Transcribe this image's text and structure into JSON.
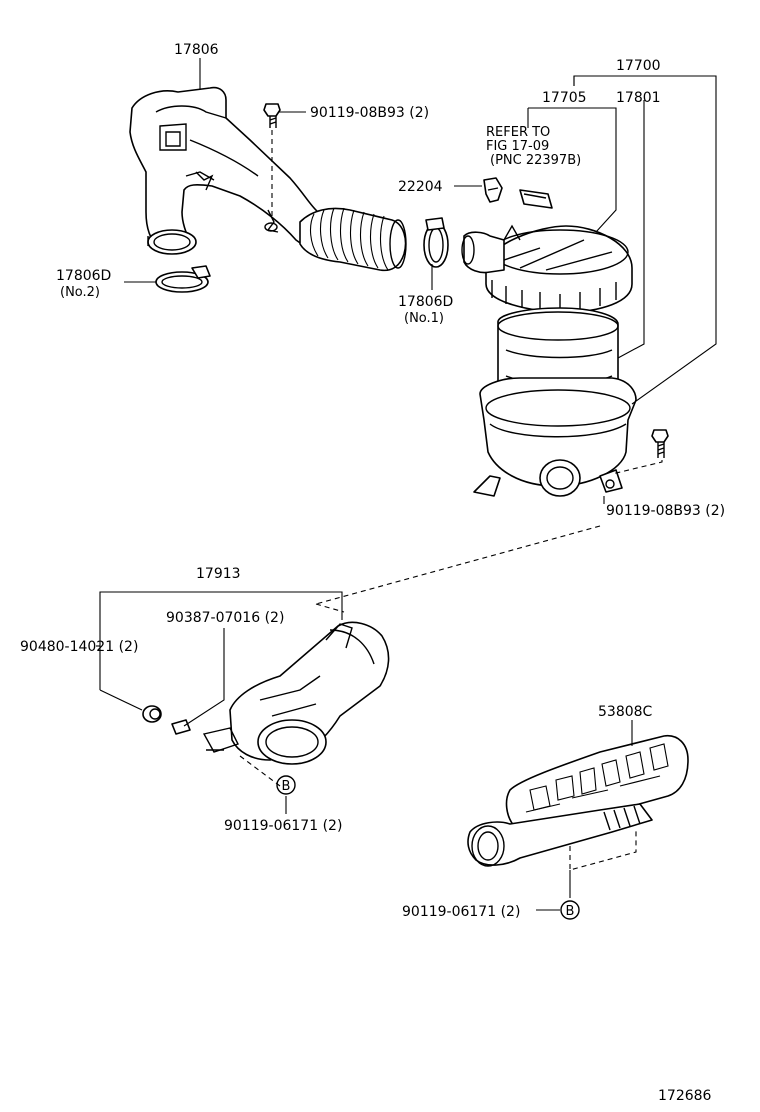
{
  "labels": {
    "p17806": "17806",
    "p90119_08B93_top": "90119-08B93 (2)",
    "p17700": "17700",
    "p17705": "17705",
    "p17801": "17801",
    "refer_line1": "REFER TO",
    "refer_line2": "FIG 17-09",
    "refer_line3": "(PNC 22397B)",
    "p22204": "22204",
    "p17806D_no2": "17806D",
    "no2": "(No.2)",
    "p17806D_no1": "17806D",
    "no1": "(No.1)",
    "p90119_08B93_bottom": "90119-08B93 (2)",
    "p17913": "17913",
    "p90387": "90387-07016 (2)",
    "p90480": "90480-14021 (2)",
    "p90119_06171_a": "90119-06171 (2)",
    "p53808C": "53808C",
    "p90119_06171_b": "90119-06171 (2)",
    "ref_B1": "B",
    "ref_B2": "B",
    "figure_number": "172686"
  }
}
